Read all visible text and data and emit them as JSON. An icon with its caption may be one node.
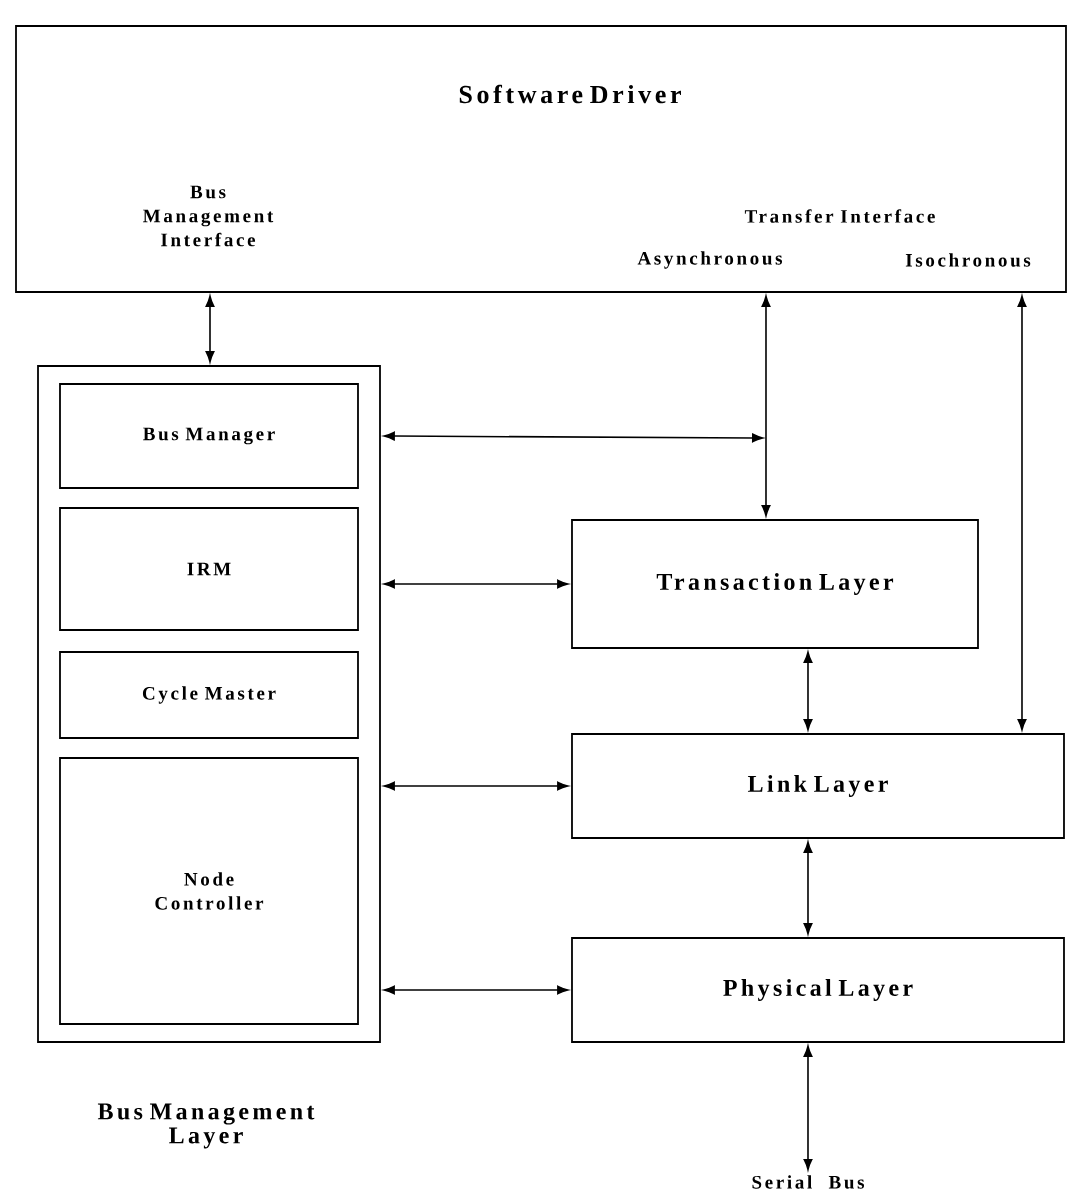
{
  "diagram": {
    "nodes": [
      {
        "text": [
          "Software Driver",
          "Bus Management Interface",
          "Transfer Interface",
          "Asynchronous",
          "Isochronous"
        ]
      },
      {
        "text": [
          "Bus Management Layer"
        ]
      },
      {
        "text": [
          "Bus Manager"
        ],
        "in": 1
      },
      {
        "text": [
          "IRM"
        ],
        "in": 1
      },
      {
        "text": [
          "Cycle Master"
        ],
        "in": 1
      },
      {
        "text": [
          "Node Controller"
        ],
        "in": 1
      },
      {
        "text": [
          "Transaction Layer"
        ]
      },
      {
        "text": [
          "Link Layer"
        ]
      },
      {
        "text": [
          "Physical Layer"
        ]
      },
      {
        "text": [
          "Serial Bus"
        ]
      }
    ],
    "edges": [
      {
        "from": 0,
        "to": 1,
        "arrow": "both"
      },
      {
        "from": 0,
        "to": 6,
        "arrow": "both"
      },
      {
        "from": 2,
        "to": null,
        "arrow": "both"
      },
      {
        "from": 3,
        "to": 6,
        "arrow": "both"
      },
      {
        "from": 0,
        "to": 7,
        "arrow": "both"
      },
      {
        "from": 6,
        "to": 7,
        "arrow": "both"
      },
      {
        "from": 5,
        "to": 7,
        "arrow": "both"
      },
      {
        "from": 5,
        "to": 8,
        "arrow": "both"
      },
      {
        "from": 7,
        "to": 8,
        "arrow": "both"
      },
      {
        "from": 8,
        "to": 9,
        "arrow": "both"
      }
    ]
  }
}
